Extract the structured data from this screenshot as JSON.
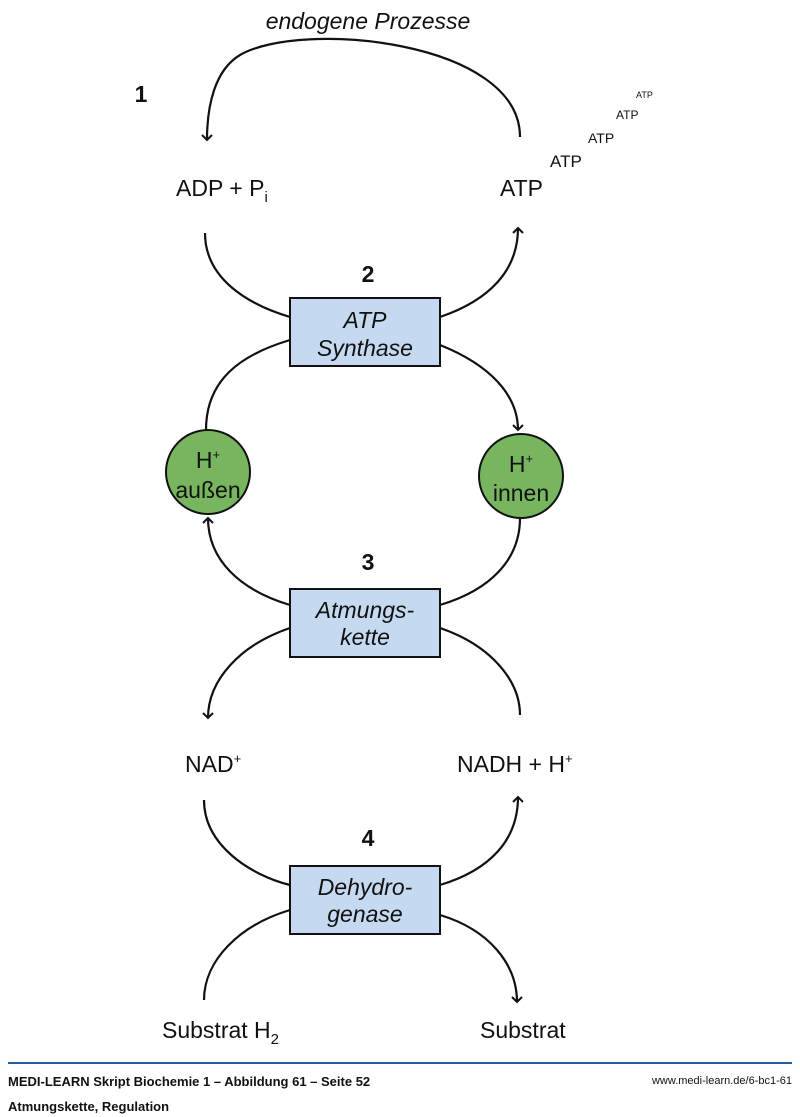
{
  "diagram": {
    "top_process": "endogene Prozesse",
    "steps": [
      {
        "number": "1"
      },
      {
        "number": "2",
        "enzyme_line1": "ATP",
        "enzyme_line2": "Synthase"
      },
      {
        "number": "3",
        "enzyme_line1": "Atmungs-",
        "enzyme_line2": "kette"
      },
      {
        "number": "4",
        "enzyme_line1": "Dehydro-",
        "enzyme_line2": "genase"
      }
    ],
    "adp": {
      "main": "ADP + P",
      "sub": "i"
    },
    "atp": "ATP",
    "atp_cascade": [
      "ATP",
      "ATP",
      "ATP",
      "ATP"
    ],
    "proton_out": {
      "main": "H",
      "sup": "+",
      "label": "außen"
    },
    "proton_in": {
      "main": "H",
      "sup": "+",
      "label": "innen"
    },
    "nad": {
      "main": "NAD",
      "sup": "+"
    },
    "nadh": {
      "main": "NADH + H",
      "sup": "+"
    },
    "substrate_h2": {
      "main": "Substrat H",
      "sub": "2"
    },
    "substrate": "Substrat",
    "colors": {
      "box_fill": "#c5daf1",
      "circle_fill": "#77b65f",
      "stroke": "#111111",
      "footer_rule": "#1f5fa8"
    }
  },
  "footer": {
    "title": "MEDI-LEARN Skript Biochemie 1 – Abbildung 61 – Seite 52",
    "subtitle": "Atmungskette, Regulation",
    "url": "www.medi-learn.de/6-bc1-61"
  }
}
